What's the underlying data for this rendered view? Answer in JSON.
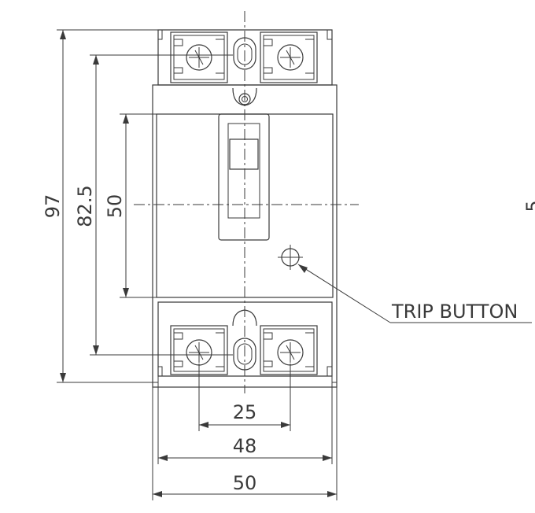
{
  "labels": {
    "overall_height": "97",
    "terminal_pitch_vertical": "82.5",
    "body_height": "50",
    "terminal_pitch_horizontal": "25",
    "body_width_inner": "48",
    "body_width_outer": "50",
    "trip_button_callout": "TRIP BUTTON",
    "side_view_partial": "5"
  },
  "colors": {
    "line": "#3a3a3a",
    "background": "#ffffff"
  }
}
